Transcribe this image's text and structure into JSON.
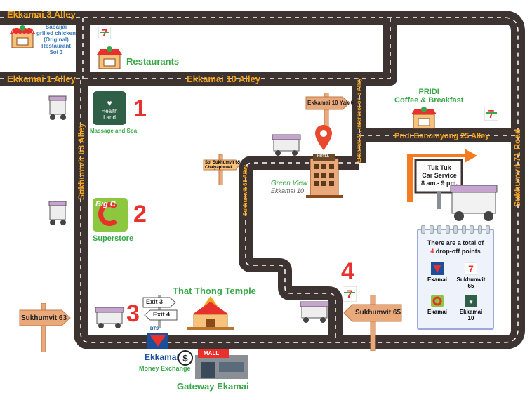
{
  "roads": {
    "ekkamai3": "Ekkamai 3 Alley",
    "ekkamai1": "Ekkamai 1 Alley",
    "ekkamai10": "Ekkamai 10 Alley",
    "sukhumvit63": "Sukhumvit 63 Alley",
    "sukhumvit71": "Sukhumvit 71 Road",
    "pridi": "Pridi Banomyong 25 Alley",
    "ekkamai10_intersection6": "Ekkamai 10, Intersection 6 Alley",
    "sukhumvit65_alley": "Sukhumvit 65 Alley"
  },
  "signs": {
    "yak6": "Ekkamai 10 Yak 6",
    "soi65_line1": "Soi Sukhumvit 65",
    "soi65_line2": "Chaiyaphruek",
    "sukhumvit63": "Sukhumvit 63",
    "sukhumvit65": "Sukhumvit 65",
    "exit3": "Exit 3",
    "exit4": "Exit 4"
  },
  "places": {
    "sabaijai": [
      "Sabaijai",
      "grilled chicken",
      "(Original)",
      "Restaurant",
      "Soi 3"
    ],
    "restaurants": "Restaurants",
    "health_land_logo": [
      "Health",
      "Land"
    ],
    "massage": "Massage and Spa",
    "big_c_logo": "Big C",
    "superstore": "Superstore",
    "temple": "That Thong Temple",
    "pridi_cafe": [
      "PRIDI",
      "Coffee & Breakfast"
    ],
    "green_view_logo": [
      "Green View",
      "Ekkamai 10"
    ],
    "hotel_sign": "HOTEL",
    "ekkamai_station": "Ekkamai",
    "bts_logo": "BTS",
    "money_exchange": "Money Exchange",
    "mall_sign": "MALL",
    "gateway": "Gateway Ekamai"
  },
  "numbers": {
    "n1": "1",
    "n2": "2",
    "n3": "3",
    "n4": "4"
  },
  "tuktuk": {
    "line1": "Tuk Tuk",
    "line2": "Car Service",
    "line3": "8 am.- 9 pm."
  },
  "dropoff_card": {
    "heading_1": "There are a total of",
    "heading_count": "4",
    "heading_2": "drop-off points",
    "items": [
      {
        "label": "Ekamai",
        "icon": "bts-icon"
      },
      {
        "label": "Sukhumvit 65",
        "icon": "seven-eleven-icon"
      },
      {
        "label": "Ekamai",
        "icon": "big-c-icon"
      },
      {
        "label": "Ekkamai 10",
        "icon": "health-land-icon"
      }
    ]
  },
  "colors": {
    "road": "#3d3331",
    "road_label": "#f2a21b",
    "number": "#e8302c",
    "green": "#3aa84a",
    "sign_wood": "#e9a97a",
    "orange_arrow": "#f47b20",
    "card_bg": "#eef2fb"
  }
}
